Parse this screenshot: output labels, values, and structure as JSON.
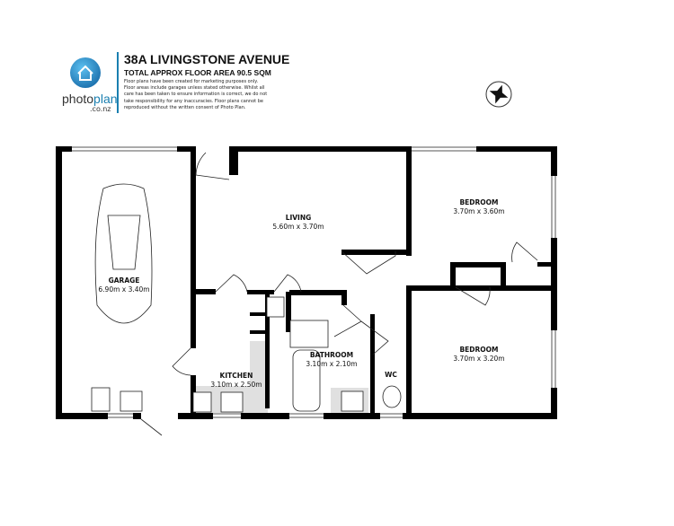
{
  "header": {
    "title": "38A LIVINGSTONE AVENUE",
    "floor_area": "TOTAL APPROX FLOOR AREA 90.5 SQM",
    "disclaimer": "Floor plans have been created for marketing purposes only. Floor areas include garages unless stated otherwise. Whilst all care has been taken to ensure information is correct, we do not take responsibility for any inaccuracies. Floor plans cannot be reproduced without the written consent of Photo Plan."
  },
  "logo": {
    "brand_a": "photo",
    "brand_b": "plan",
    "domain": ".co.nz",
    "color": "#1a7fb0",
    "icon": "house-icon"
  },
  "compass": {
    "icon": "compass-icon"
  },
  "rooms": [
    {
      "name": "GARAGE",
      "size": "6.90m  x 3.40m"
    },
    {
      "name": "LIVING",
      "size": "5.60m  x 3.70m"
    },
    {
      "name": "BEDROOM",
      "size": "3.70m  x 3.60m"
    },
    {
      "name": "BEDROOM",
      "size": "3.70m  x 3.20m"
    },
    {
      "name": "KITCHEN",
      "size": "3.10m  x 2.50m"
    },
    {
      "name": "BATHROOM",
      "size": "3.10m  x 2.10m"
    },
    {
      "name": "WC",
      "size": ""
    }
  ]
}
